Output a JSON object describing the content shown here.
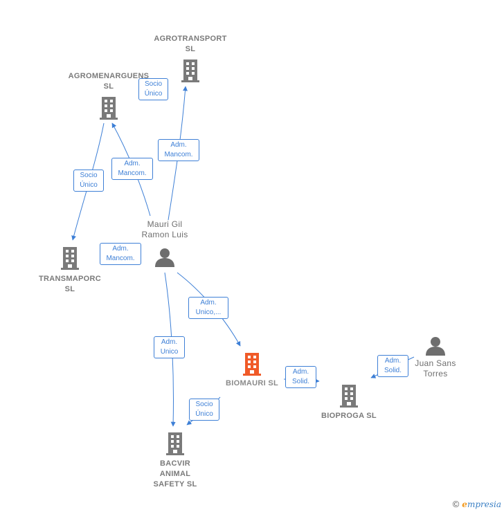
{
  "colors": {
    "edge": "#3d7fd6",
    "company": "#7a7a7a",
    "focus": "#f05a28",
    "person": "#6e6e6e"
  },
  "nodes": {
    "agrotransport": {
      "line1": "AGROTRANSPORT",
      "line2": "SL",
      "icon": "building-icon"
    },
    "agromenarguens": {
      "line1": "AGROMENARGUENS",
      "line2": "SL",
      "icon": "building-icon"
    },
    "transmaporc": {
      "line1": "TRANSMAPORC",
      "line2": "SL",
      "icon": "building-icon"
    },
    "mauri": {
      "line1": "Mauri Gil",
      "line2": "Ramon Luis",
      "icon": "person-icon"
    },
    "biomauri": {
      "line1": "BIOMAURI  SL",
      "icon": "building-icon"
    },
    "bioproga": {
      "line1": "BIOPROGA  SL",
      "icon": "building-icon"
    },
    "juan": {
      "line1": "Juan Sans",
      "line2": "Torres",
      "icon": "person-icon"
    },
    "bacvir": {
      "line1": "BACVIR",
      "line2": "ANIMAL",
      "line3": "SAFETY  SL",
      "icon": "building-icon"
    }
  },
  "edges": {
    "e1": {
      "line1": "Socio",
      "line2": "Único"
    },
    "e2": {
      "line1": "Adm.",
      "line2": "Mancom."
    },
    "e3": {
      "line1": "Adm.",
      "line2": "Mancom."
    },
    "e4": {
      "line1": "Socio",
      "line2": "Único"
    },
    "e5": {
      "line1": "Adm.",
      "line2": "Mancom."
    },
    "e6": {
      "line1": "Adm.",
      "line2": "Unico,..."
    },
    "e7": {
      "line1": "Adm.",
      "line2": "Unico"
    },
    "e8": {
      "line1": "Adm.",
      "line2": "Solid."
    },
    "e9": {
      "line1": "Adm.",
      "line2": "Solid."
    },
    "e10": {
      "line1": "Socio",
      "line2": "Único"
    }
  },
  "footer": {
    "copyright": "©",
    "brand_e": "e",
    "brand_rest": "mpresia"
  }
}
